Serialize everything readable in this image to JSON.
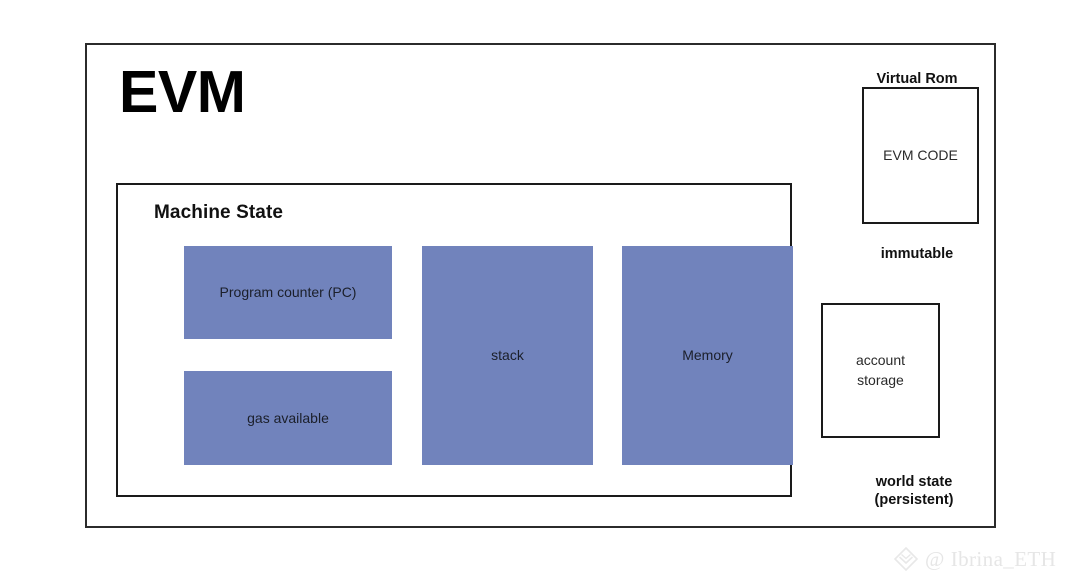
{
  "diagram": {
    "title": "EVM",
    "machine_state": {
      "title": "Machine State",
      "boxes": [
        {
          "label": "Program counter (PC)",
          "fill": "#7183bc"
        },
        {
          "label": "gas available",
          "fill": "#7183bc"
        },
        {
          "label": "stack",
          "fill": "#7183bc"
        },
        {
          "label": "Memory",
          "fill": "#7183bc"
        }
      ]
    },
    "side": {
      "virtual_rom_label": "Virtual Rom",
      "evm_code_label": "EVM CODE",
      "immutable_label": "immutable",
      "account_storage_label": "account\nstorage",
      "account_storage_line1": "account",
      "account_storage_line2": "storage",
      "world_state_line1": "world state",
      "world_state_line2": "(persistent)"
    }
  },
  "watermark": {
    "icon": "diamond-logo-icon",
    "at_symbol": "@",
    "handle": "Ibrina_ETH"
  },
  "colors": {
    "background": "#ffffff",
    "frame_border": "#2b2b2b",
    "box_fill": "#7183bc",
    "text": "#111111",
    "watermark": "#e6e6e6"
  }
}
